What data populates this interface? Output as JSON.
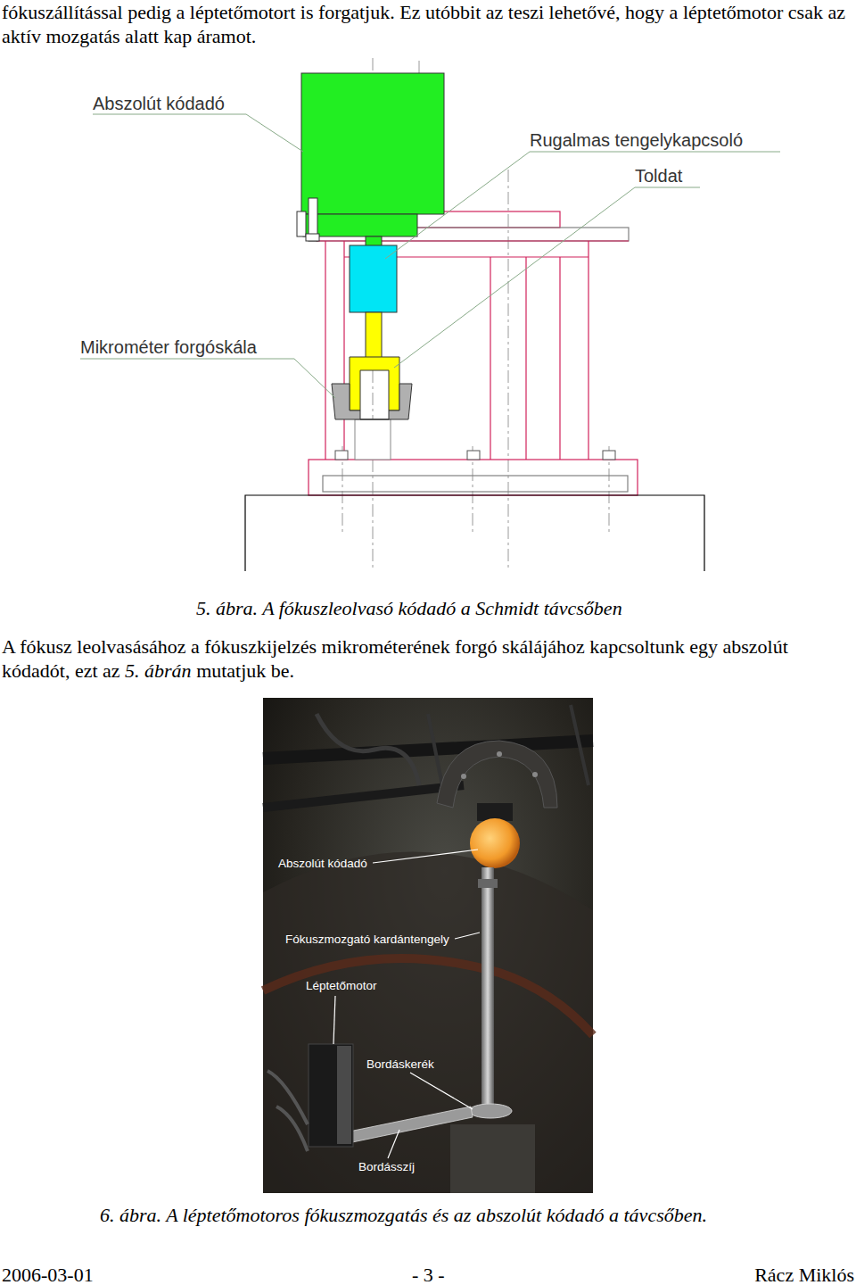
{
  "diagram": {
    "labels": [
      "fókuszállítással pedig a léptetőmotort is forgatjuk. Ez utóbbit az teszi lehetővé, hogy a léptetőmotor csak az aktív mozgatás alatt kap áramot.",
      "Abszolút kódadó",
      "Rugalmas tengelykapcsoló",
      "Toldat",
      "Mikrométer forgóskála",
      "5. ábra. A fókuszleolvasó kódadó a Schmidt távcsőben",
      "A fókusz leolvasásához a fókuszkijelzés mikrométerének forgó skálájához kapcsoltunk egy abszolút kódadót, ezt az",
      "5. ábrán",
      "mutatjuk be.",
      "Abszolút kódadó",
      "Fókuszmozgató kardántengely",
      "Léptetőmotor",
      "Bordáskerék",
      "Bordásszíj",
      "6. ábra. A léptetőmotoros fókuszmozgatás és az abszolút kódadó a távcsőben.",
      "2006-03-01",
      "- 3 -",
      "Rácz Miklós"
    ]
  }
}
